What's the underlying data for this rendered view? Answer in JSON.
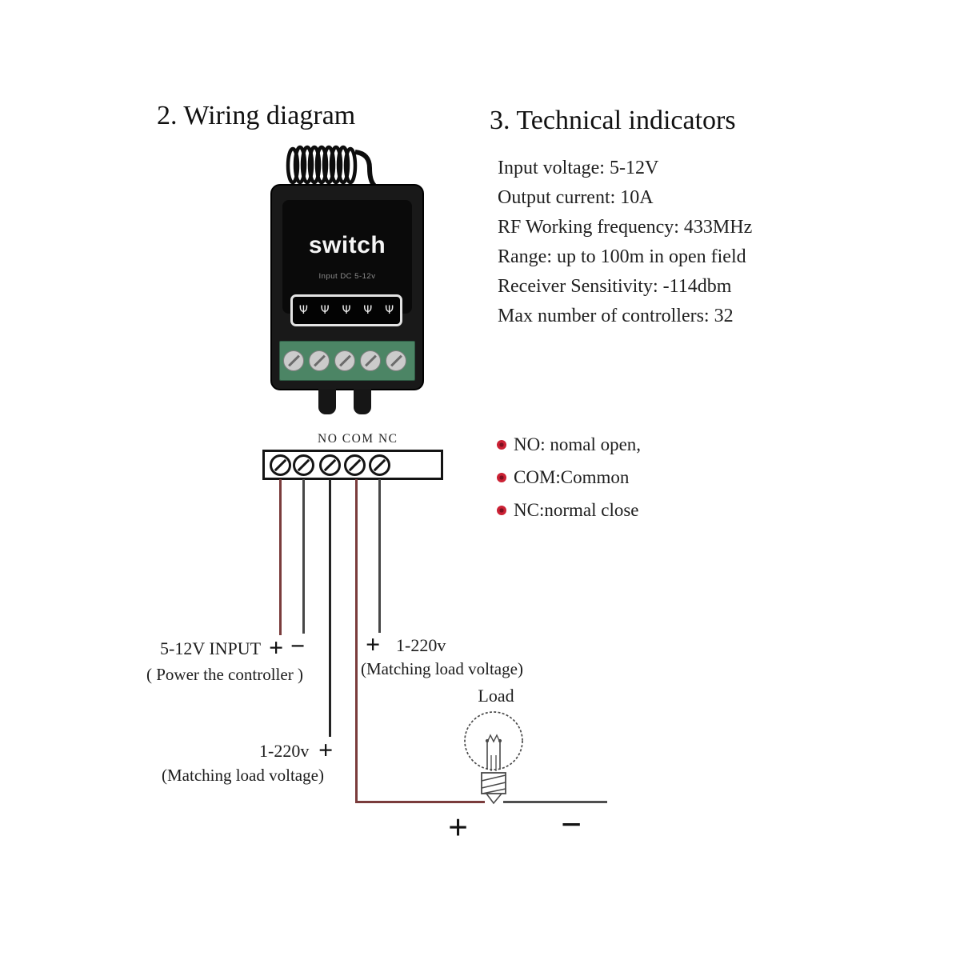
{
  "colors": {
    "wire_positive_red": "#7a3c3c",
    "wire_neutral_dark": "#474747",
    "terminal_block_green": "#4c8565",
    "legend_bullet_red": "#cb2134"
  },
  "wiring": {
    "title": "2. Wiring diagram",
    "device": {
      "brand_label": "switch",
      "sub_label": "Input DC 5-12v",
      "led_glyph": "Ψ"
    },
    "terminal_strip_label": "NO COM NC",
    "input_label": {
      "text": "5-12V INPUT",
      "plus": "+",
      "minus": "−",
      "caption": "( Power the controller )"
    },
    "load_branch_right": {
      "plus": "+",
      "text": "1-220v",
      "caption": "(Matching load voltage)"
    },
    "load_branch_lower": {
      "text": "1-220v",
      "plus": "+",
      "caption": "(Matching load voltage)"
    },
    "load": {
      "label": "Load",
      "plus": "+",
      "minus": "−"
    }
  },
  "technical": {
    "title": "3. Technical indicators",
    "specs": [
      "Input voltage: 5-12V",
      "Output current: 10A",
      "RF Working frequency: 433MHz",
      "Range: up to 100m in open field",
      "Receiver Sensitivity: -114dbm",
      "Max number of controllers: 32"
    ],
    "legend": [
      "NO: nomal open,",
      "COM:Common",
      "NC:normal close"
    ]
  }
}
